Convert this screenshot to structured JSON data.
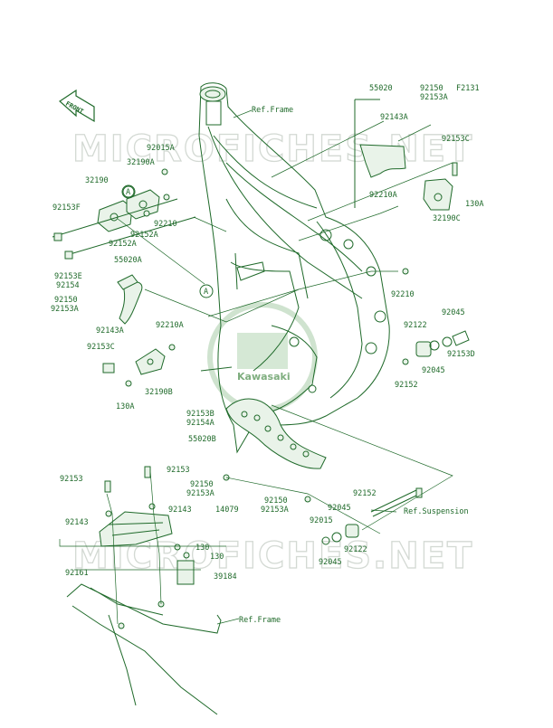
{
  "diagram": {
    "code": "F2131",
    "front_arrow": "FRONT",
    "watermark": "MICROFICHES.NET",
    "logo_text": "Kawasaki",
    "refs": {
      "frame_top": "Ref.Frame",
      "frame_bottom": "Ref.Frame",
      "suspension": "Ref.Suspension"
    },
    "labels": {
      "p55020": "55020",
      "p92150_tr": "92150",
      "p92153A_tr": "92153A",
      "p92143A_tr": "92143A",
      "p92153C_r": "92153C",
      "p130A_r": "130A",
      "p32190C": "32190C",
      "p92210A_r": "92210A",
      "p92210_r": "92210",
      "p92045_r1": "92045",
      "p92122_r": "92122",
      "p92153D": "92153D",
      "p92045_r2": "92045",
      "p92152_r": "92152",
      "p92015A": "92015A",
      "p32190A": "32190A",
      "p32190": "32190",
      "p92153F": "92153F",
      "p92210_l": "92210",
      "p92152A": "92152A",
      "p92152A_2": "92152A",
      "p92153E": "92153E",
      "p92154": "92154",
      "p55020A": "55020A",
      "p92150_l": "92150",
      "p92153A_l": "92153A",
      "p92143A_l": "92143A",
      "p92210A_l": "92210A",
      "p92153C_l": "92153C",
      "p32190B": "32190B",
      "p130A_l": "130A",
      "p92153B": "92153B",
      "p92154A": "92154A",
      "p55020B": "55020B",
      "p92153_1": "92153",
      "p92153_2": "92153",
      "p92150_m": "92150",
      "p92153A_m": "92153A",
      "p92143_1": "92143",
      "p92143_2": "92143",
      "p14079": "14079",
      "p92150_b": "92150",
      "p92153A_b": "92153A",
      "p92152_b": "92152",
      "p92045_b1": "92045",
      "p92015": "92015",
      "p92122_b": "92122",
      "p92045_b2": "92045",
      "p130_1": "130",
      "p130_2": "130",
      "p92161": "92161",
      "p39184": "39184"
    }
  }
}
